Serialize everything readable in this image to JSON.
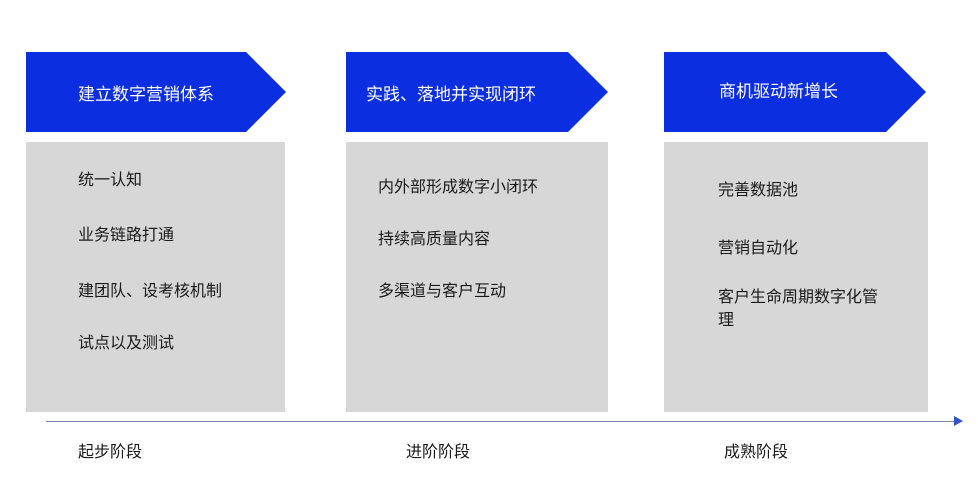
{
  "columns": [
    {
      "header": "建立数字营销体系",
      "items": [
        "统一认知",
        "业务链路打通",
        "建团队、设考核机制",
        "试点以及测试"
      ],
      "stage": "起步阶段"
    },
    {
      "header": "实践、落地并实现闭环",
      "items": [
        "内外部形成数字小闭环",
        "持续高质量内容",
        "多渠道与客户互动"
      ],
      "stage": "进阶阶段"
    },
    {
      "header": "商机驱动新增长",
      "items": [
        "完善数据池",
        "营销自动化",
        "客户生命周期数字化管理"
      ],
      "stage": "成熟阶段"
    }
  ],
  "colors": {
    "banner": "#0a2ee0",
    "panel": "#d7d7d7",
    "axis_arrow": "#2f55c9"
  }
}
